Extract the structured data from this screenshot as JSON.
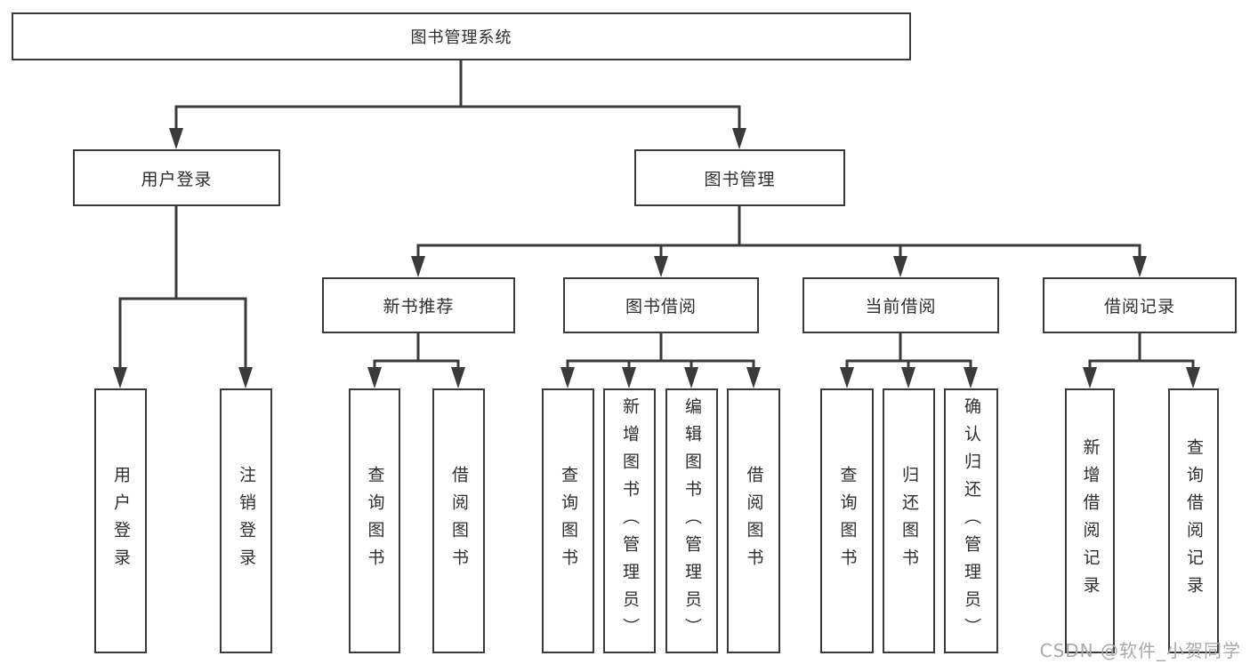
{
  "tree": {
    "label": "图书管理系统",
    "children": [
      {
        "label": "用户登录",
        "children": [
          {
            "label": "用户登录"
          },
          {
            "label": "注销登录"
          }
        ]
      },
      {
        "label": "图书管理",
        "children": [
          {
            "label": "新书推荐",
            "children": [
              {
                "label": "查询图书"
              },
              {
                "label": "借阅图书"
              }
            ]
          },
          {
            "label": "图书借阅",
            "children": [
              {
                "label": "查询图书"
              },
              {
                "label": "新增图书（管理员）"
              },
              {
                "label": "编辑图书（管理员）"
              },
              {
                "label": "借阅图书"
              }
            ]
          },
          {
            "label": "当前借阅",
            "children": [
              {
                "label": "查询图书"
              },
              {
                "label": "归还图书"
              },
              {
                "label": "确认归还（管理员）"
              }
            ]
          },
          {
            "label": "借阅记录",
            "children": [
              {
                "label": "新增借阅记录"
              },
              {
                "label": "查询借阅记录"
              }
            ]
          }
        ]
      }
    ]
  },
  "watermark": "CSDN @软件_小贺同学",
  "colors": {
    "line": "#3a3a3a",
    "text": "#2e2e2e",
    "watermark": "#a9a9a9",
    "background": "#ffffff"
  }
}
